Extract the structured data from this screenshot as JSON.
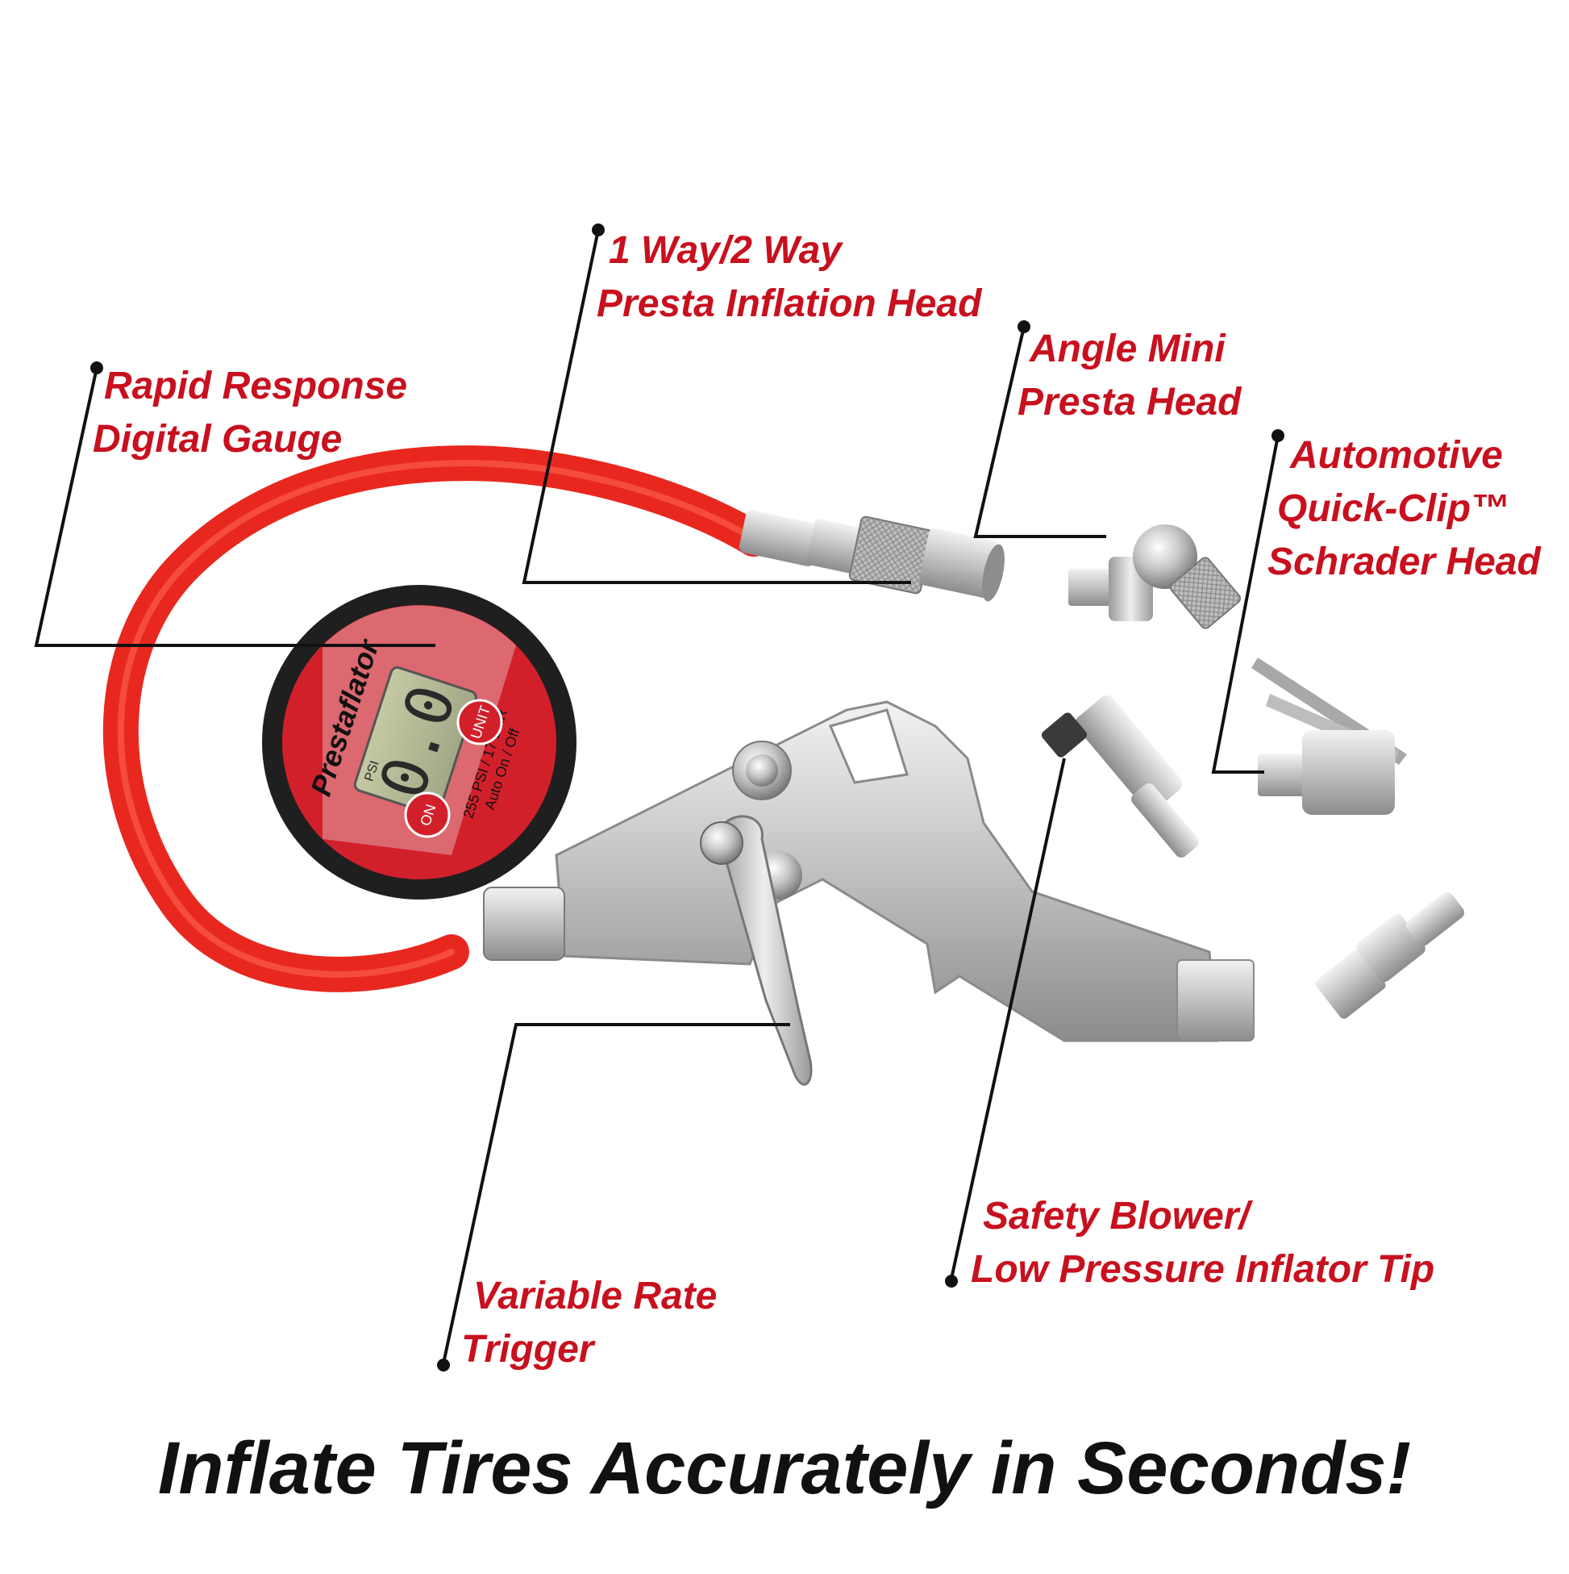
{
  "callouts": {
    "gauge": {
      "line1": "Rapid Response",
      "line2": "Digital Gauge"
    },
    "presta": {
      "line1": "1 Way/2 Way",
      "line2": "Presta Inflation Head"
    },
    "angle": {
      "line1": "Angle Mini",
      "line2": "Presta Head"
    },
    "schrader": {
      "line1": "Automotive",
      "line2": "Quick-Clip™",
      "line3": "Schrader Head"
    },
    "blower": {
      "line1": "Safety Blower/",
      "line2": "Low Pressure Inflator Tip"
    },
    "trigger": {
      "line1": "Variable Rate",
      "line2": "Trigger"
    }
  },
  "gauge_face": {
    "brand": "Prestaflator",
    "reading": "0.0",
    "unit": "PSI",
    "unit_button": "UNIT",
    "on_button": "ON",
    "spec_line1": "255 PSI / 17 BAR",
    "spec_line2": "Auto On / Off"
  },
  "tagline": "Inflate Tires Accurately in Seconds!",
  "colors": {
    "label_red": "#c8101e",
    "hose_red": "#e8281f",
    "leader_black": "#111111",
    "metal_silver": "#c9c9c9"
  }
}
